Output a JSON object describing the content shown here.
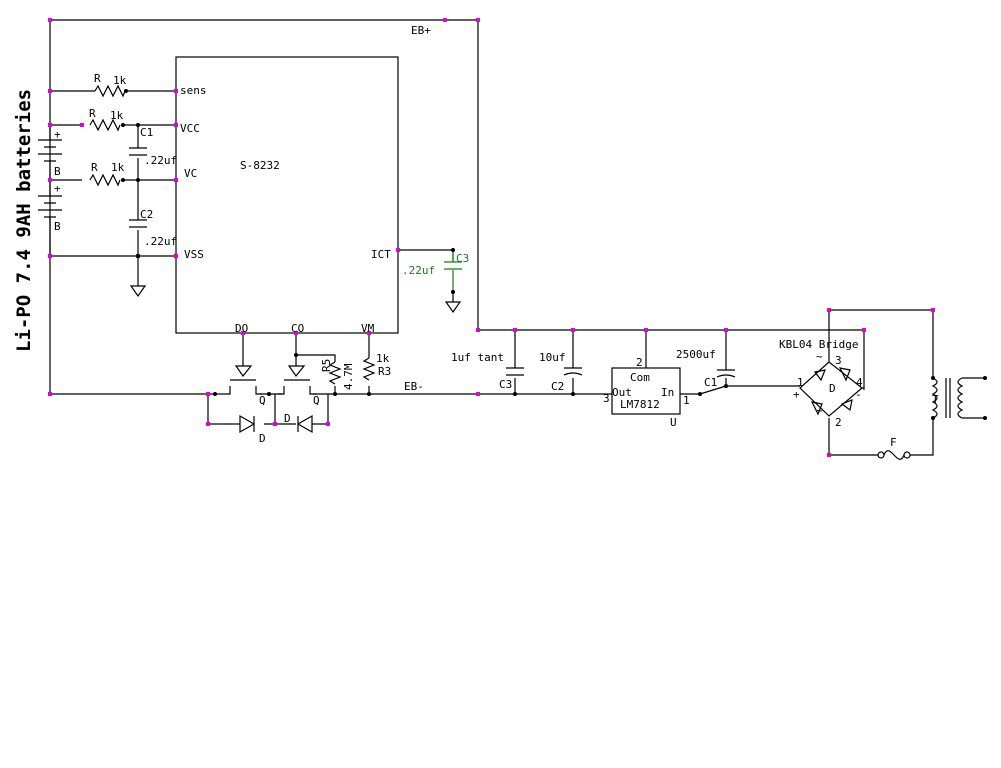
{
  "title": "Li-PO  7.4 9AH batteries",
  "ic": {
    "name": "S-8232",
    "pins": {
      "sens": "sens",
      "vcc": "VCC",
      "vc": "VC",
      "vss": "VSS",
      "ict": "ICT",
      "do": "DO",
      "co": "CO",
      "vm": "VM"
    }
  },
  "nets": {
    "eb_plus": "EB+",
    "eb_minus": "EB-"
  },
  "resistors": {
    "r": "R",
    "r_value": "1k",
    "r5": "R5",
    "r5_value": "4.7M",
    "r3": "R3",
    "r3_value": "1k"
  },
  "capacitors": {
    "c1": "C1",
    "c2": "C2",
    "c3": "C3",
    "cap_value": ".22uf",
    "c3_right": "C3",
    "c3_right_value": "1uf tant",
    "c2_right": "C2",
    "c2_right_value": "10uf",
    "c1_right": "C1",
    "c1_right_value": "2500uf"
  },
  "battery": {
    "plus": "+",
    "b": "B"
  },
  "transistor": {
    "q": "Q"
  },
  "diode": {
    "d": "D"
  },
  "regulator": {
    "com": "Com",
    "out": "Out",
    "in": "In",
    "name": "LM7812",
    "ref": "U",
    "pin1": "1",
    "pin2": "2",
    "pin3": "3"
  },
  "bridge": {
    "name": "KBL04 Bridge",
    "d": "D",
    "pin1": "1",
    "pin2": "2",
    "pin3": "3",
    "pin4": "4",
    "plus": "+",
    "minus": "-",
    "tilde": "~"
  },
  "fuse": {
    "f": "F"
  },
  "transformer": {
    "t": "T"
  },
  "colors": {
    "wire": "#000000",
    "node": "#e000e0",
    "highlight": "#1a7a1a"
  }
}
